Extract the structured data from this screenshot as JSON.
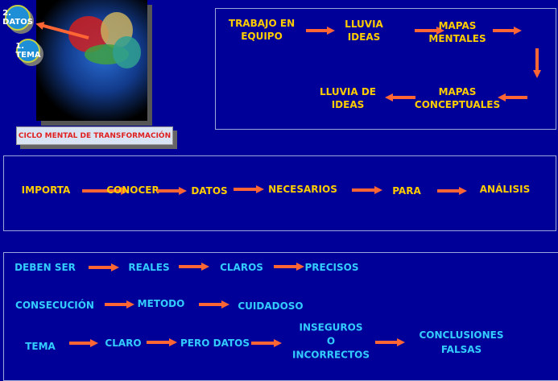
{
  "figure": {
    "circles": [
      "2. DATOS",
      "1. TEMA"
    ],
    "caption": "CICLO MENTAL DE TRANSFORMACIÓN"
  },
  "cycle": {
    "items": [
      "TRABAJO EN\nEQUIPO",
      "LLUVIA\nIDEAS",
      "MAPAS\nMENTALES",
      "MAPAS\nCONCEPTUALES",
      "LLUVIA DE\nIDEAS"
    ]
  },
  "importance": {
    "items": [
      "IMPORTA",
      "CONOCER",
      "DATOS",
      "NECESARIOS",
      "PARA",
      "ANÁLISIS"
    ]
  },
  "data_rules": {
    "row1": [
      "DEBEN SER",
      "REALES",
      "CLAROS",
      "PRECISOS"
    ],
    "row2": [
      "CONSECUCIÓN",
      "METODO",
      "CUIDADOSO"
    ],
    "row3": [
      "TEMA",
      "CLARO",
      "PERO DATOS",
      "INSEGUROS\nO\nINCORRECTOS",
      "CONCLUSIONES\nFALSAS"
    ]
  },
  "colors": {
    "background": "#000099",
    "yellow_text": "#ffcc00",
    "cyan_text": "#33ccff",
    "arrow": "#ff6633"
  }
}
